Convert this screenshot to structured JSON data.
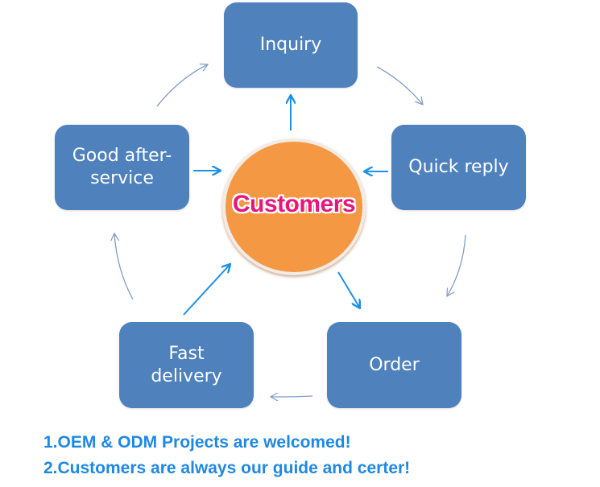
{
  "diagram": {
    "center": {
      "label": "Customers"
    },
    "nodes": [
      {
        "id": "inquiry",
        "label": "Inquiry"
      },
      {
        "id": "quick-reply",
        "label": "Quick reply"
      },
      {
        "id": "order",
        "label": "Order"
      },
      {
        "id": "fast-delivery",
        "label": "Fast\ndelivery"
      },
      {
        "id": "good-after-service",
        "label": "Good after-\nservice"
      }
    ],
    "cycle_edges": [
      {
        "from": "inquiry",
        "to": "quick-reply"
      },
      {
        "from": "quick-reply",
        "to": "order"
      },
      {
        "from": "order",
        "to": "fast-delivery"
      },
      {
        "from": "fast-delivery",
        "to": "good-after-service"
      },
      {
        "from": "good-after-service",
        "to": "inquiry"
      }
    ],
    "center_edges": [
      {
        "from": "customers",
        "to": "inquiry"
      },
      {
        "from": "quick-reply",
        "to": "customers"
      },
      {
        "from": "customers",
        "to": "order"
      },
      {
        "from": "fast-delivery",
        "to": "customers"
      },
      {
        "from": "good-after-service",
        "to": "customers"
      }
    ],
    "colors": {
      "node_fill": "#4f81bd",
      "center_fill": "#f59843",
      "center_text": "#e8157a",
      "cycle_arrow": "#7f9cc8",
      "center_arrow": "#1e90e8",
      "notes_text": "#1e88e5"
    }
  },
  "notes": [
    "1.OEM & ODM Projects are welcomed!",
    "2.Customers are always our guide and certer!"
  ]
}
